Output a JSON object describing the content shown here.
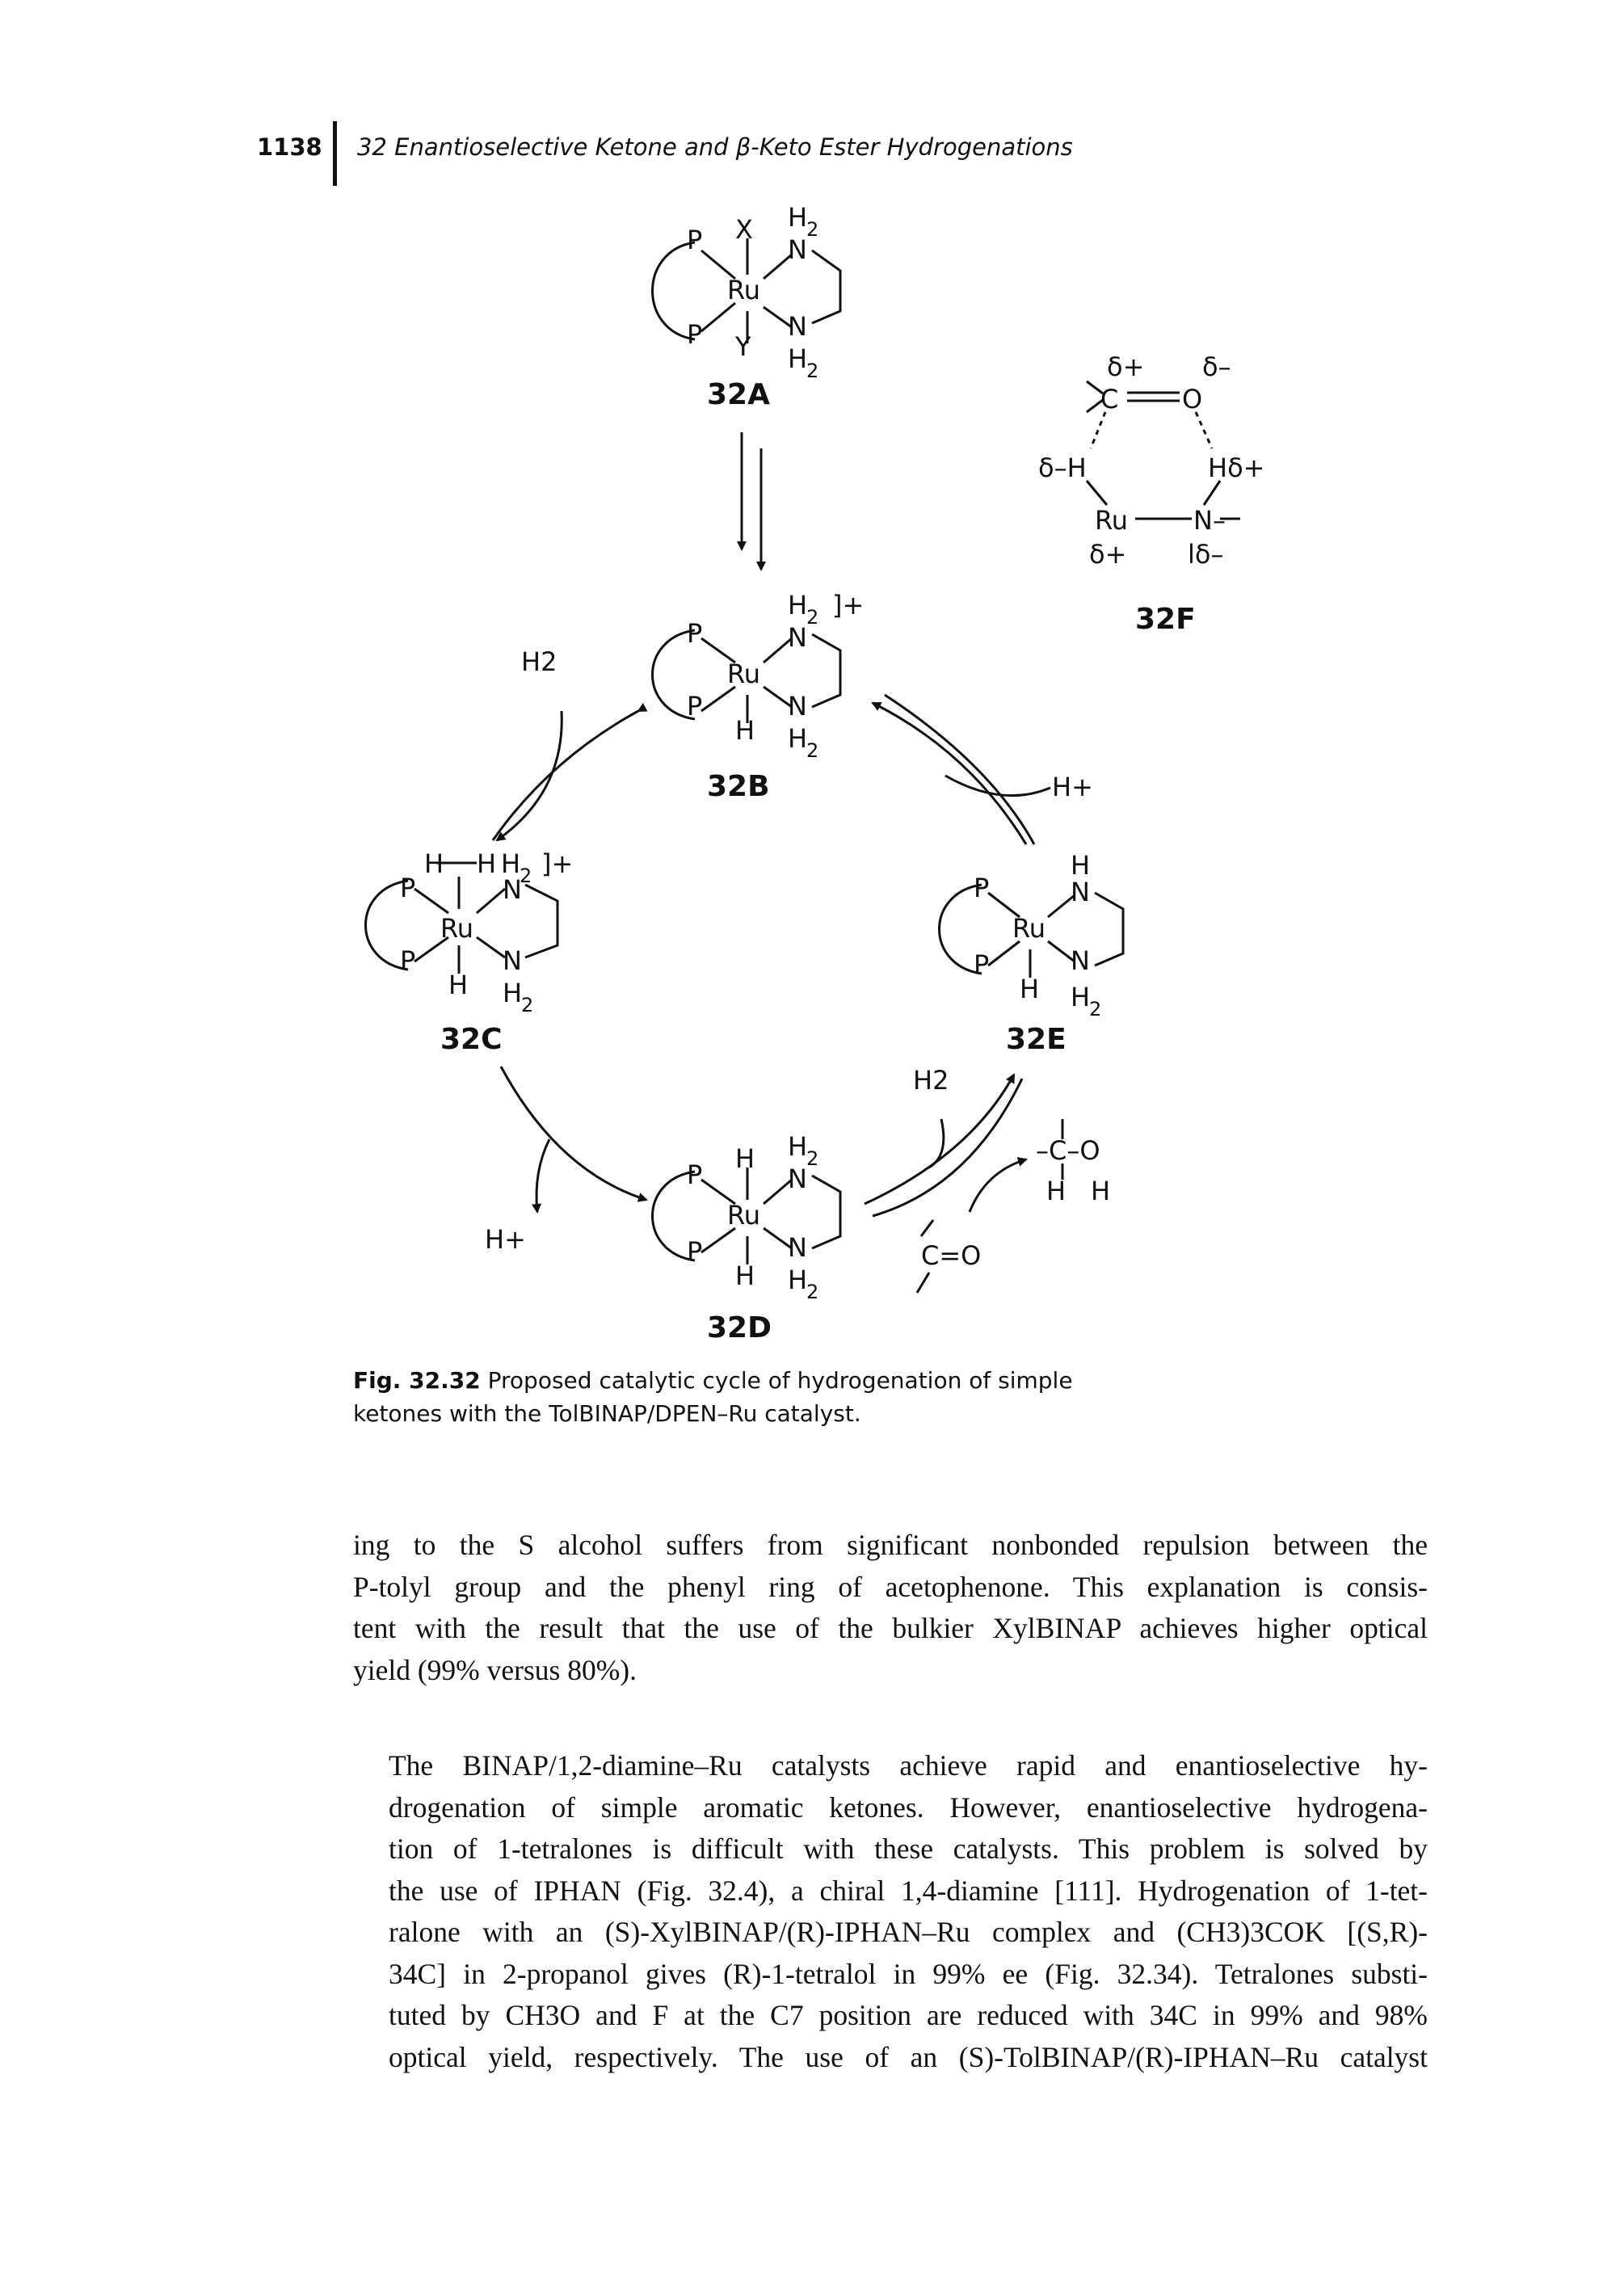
{
  "header": {
    "page_number": "1138",
    "running_title": "32 Enantioselective Ketone and β-Keto Ester Hydrogenations"
  },
  "scheme": {
    "compounds": [
      "32A",
      "32B",
      "32C",
      "32D",
      "32E",
      "32F"
    ],
    "reagents": {
      "h2": "H2",
      "h_plus": "H+",
      "ketone": "C=O",
      "alcohol": "–C–O"
    },
    "ts_charges": [
      "δ+",
      "δ–",
      "δ–H",
      "Hδ+",
      "Ru",
      "N–",
      "δ+",
      "lδ–"
    ]
  },
  "caption": {
    "label": "Fig. 32.32",
    "text": "Proposed catalytic cycle of hydrogenation of simple ketones with the TolBINAP/DPEN–Ru catalyst."
  },
  "body": {
    "paragraph1": [
      "ing to the S alcohol suffers from significant nonbonded repulsion between the",
      "P-tolyl group and the phenyl ring of acetophenone. This explanation is consis-",
      "tent with the result that the use of the bulkier XylBINAP achieves higher optical",
      "yield (99% versus 80%)."
    ],
    "paragraph2": [
      "The BINAP/1,2-diamine–Ru catalysts achieve rapid and enantioselective hy-",
      "drogenation of simple aromatic ketones. However, enantioselective hydrogena-",
      "tion of 1-tetralones is difficult with these catalysts. This problem is solved by",
      "the use of IPHAN (Fig. 32.4), a chiral 1,4-diamine [111]. Hydrogenation of 1-tet-",
      "ralone with an (S)-XylBINAP/(R)-IPHAN–Ru complex and (CH3)3COK [(S,R)-",
      "34C] in 2-propanol gives (R)-1-tetralol in 99% ee (Fig. 32.34). Tetralones substi-",
      "tuted by CH3O and F at the C7 position are reduced with 34C in 99% and 98%",
      "optical yield, respectively. The use of an (S)-TolBINAP/(R)-IPHAN–Ru catalyst"
    ]
  }
}
